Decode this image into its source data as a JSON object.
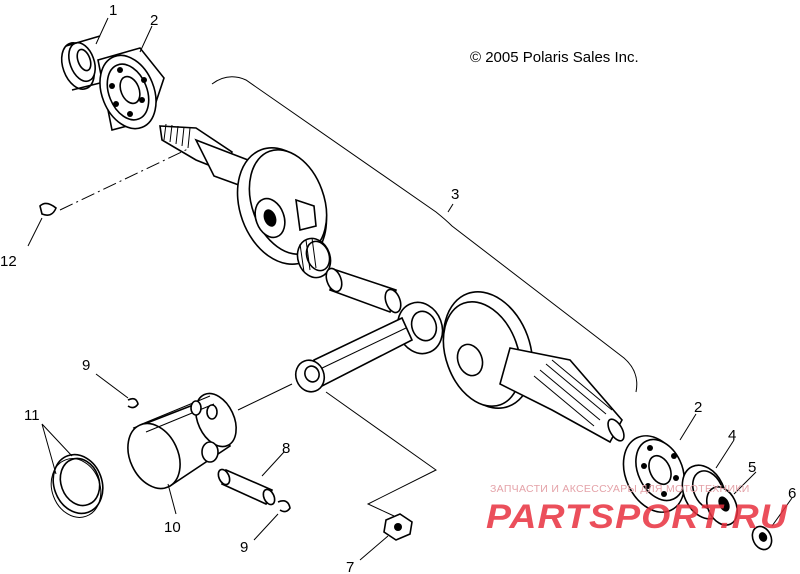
{
  "copyright": "© 2005 Polaris Sales Inc.",
  "callouts": {
    "c1": "1",
    "c2_top": "2",
    "c2_right": "2",
    "c3": "3",
    "c4": "4",
    "c5": "5",
    "c6": "6",
    "c7": "7",
    "c8": "8",
    "c9_top": "9",
    "c9_bottom": "9",
    "c10": "10",
    "c11": "11",
    "c12": "12"
  },
  "watermark": {
    "line1": "ЗАПЧАСТИ И АКСЕССУАРЫ ДЛЯ МОТОТЕХНИКИ",
    "line2": "PARTSPORT.RU"
  },
  "colors": {
    "ink": "#000000",
    "watermark": "#e8313f"
  }
}
